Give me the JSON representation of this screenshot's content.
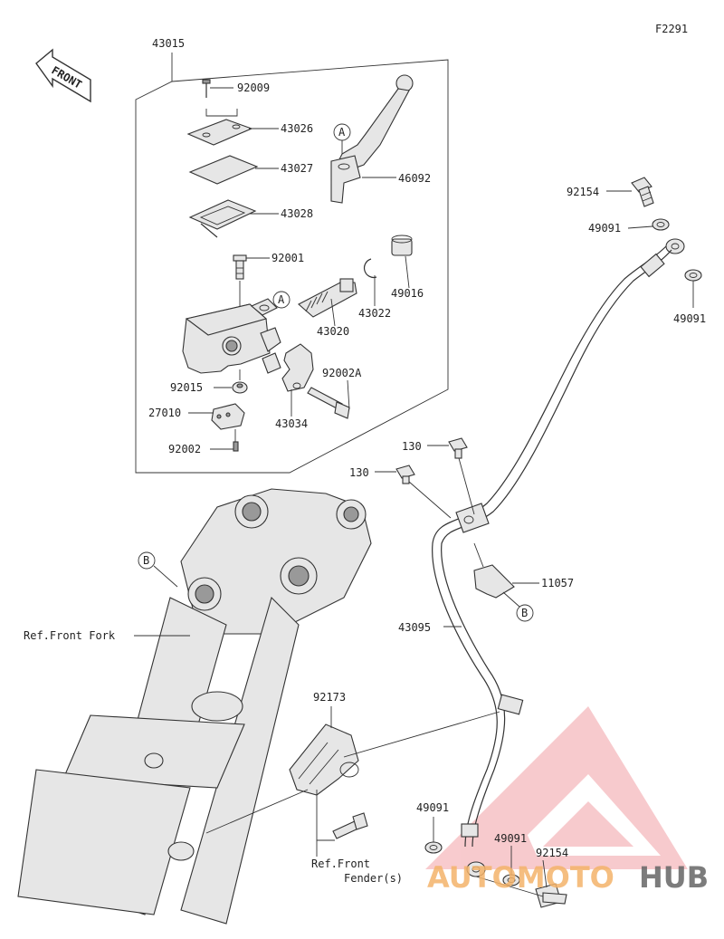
{
  "figure_code": "F2291",
  "front_label": "FRONT",
  "assembly_number": "43015",
  "parts": [
    {
      "id": "p92009",
      "number": "92009"
    },
    {
      "id": "p43026",
      "number": "43026"
    },
    {
      "id": "p43027",
      "number": "43027"
    },
    {
      "id": "p43028",
      "number": "43028"
    },
    {
      "id": "p46092",
      "number": "46092"
    },
    {
      "id": "p92001",
      "number": "92001"
    },
    {
      "id": "p49016",
      "number": "49016"
    },
    {
      "id": "p43022",
      "number": "43022"
    },
    {
      "id": "p43020",
      "number": "43020"
    },
    {
      "id": "p92002A",
      "number": "92002A"
    },
    {
      "id": "p92015",
      "number": "92015"
    },
    {
      "id": "p27010",
      "number": "27010"
    },
    {
      "id": "p43034",
      "number": "43034"
    },
    {
      "id": "p92002",
      "number": "92002"
    },
    {
      "id": "p92154a",
      "number": "92154"
    },
    {
      "id": "p49091a",
      "number": "49091"
    },
    {
      "id": "p49091b",
      "number": "49091"
    },
    {
      "id": "p130a",
      "number": "130"
    },
    {
      "id": "p130b",
      "number": "130"
    },
    {
      "id": "p11057",
      "number": "11057"
    },
    {
      "id": "p43095",
      "number": "43095"
    },
    {
      "id": "p92173",
      "number": "92173"
    },
    {
      "id": "p49091c",
      "number": "49091"
    },
    {
      "id": "p49091d",
      "number": "49091"
    },
    {
      "id": "p92154b",
      "number": "92154"
    }
  ],
  "refs": {
    "callout_a": "A",
    "callout_b": "B",
    "front_fork": "Ref.Front Fork",
    "front_fender_line1": "Ref.Front",
    "front_fender_line2": "Fender(s)"
  },
  "watermark": {
    "part1": "AUTOMOTO",
    "part2": "HUB",
    "accent_color": "#e8505b",
    "secondary_color": "#555555"
  }
}
